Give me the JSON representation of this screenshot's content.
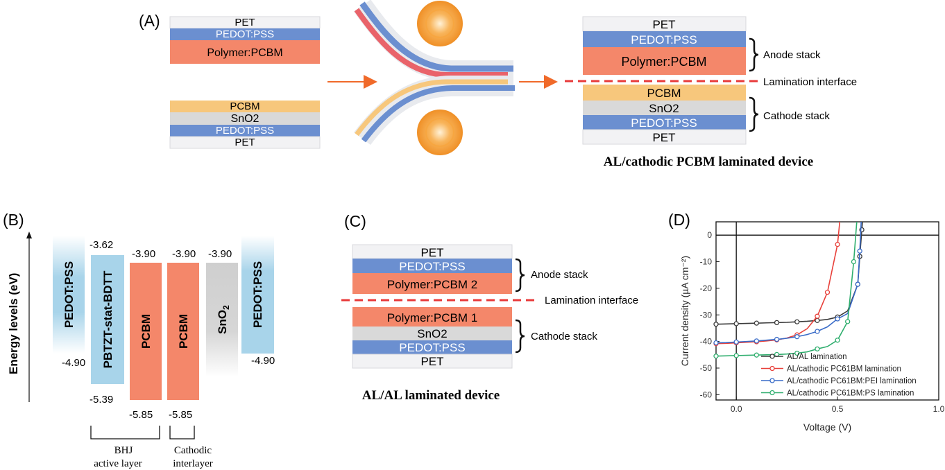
{
  "panel_a": {
    "label": "(A)",
    "anode_left": [
      "PET",
      "PEDOT:PSS",
      "Polymer:PCBM"
    ],
    "cathode_left": [
      "PCBM",
      "SnO2",
      "PEDOT:PSS",
      "PET"
    ],
    "right_stack": [
      "PET",
      "PEDOT:PSS",
      "Polymer:PCBM",
      "PCBM",
      "SnO2",
      "PEDOT:PSS",
      "PET"
    ],
    "anode_stack": "Anode stack",
    "lamination_interface": "Lamination interface",
    "cathode_stack": "Cathode stack",
    "caption": "AL/cathodic PCBM laminated device"
  },
  "panel_b": {
    "label": "(B)",
    "ylabel": "Energy levels (eV)",
    "bars": [
      "PEDOT:PSS",
      "PBTZT-stat-BDTT",
      "PCBM",
      "PCBM",
      "SnO2",
      "PEDOT:PSS"
    ],
    "sno2_main": "SnO",
    "sno2_sub": "2",
    "levels": {
      "pbtzt_top": "-3.62",
      "pbtzt_bottom": "-5.39",
      "pcbm1_top": "-3.90",
      "pcbm1_bottom": "-5.85",
      "pcbm2_top": "-3.90",
      "pcbm2_bottom": "-5.85",
      "sno2_top": "-3.90",
      "pedot_left": "-4.90",
      "pedot_right": "-4.90"
    },
    "bhj_line1": "BHJ",
    "bhj_line2": "active layer",
    "cat_line1": "Cathodic",
    "cat_line2": "interlayer"
  },
  "panel_c": {
    "label": "(C)",
    "stack": [
      "PET",
      "PEDOT:PSS",
      "Polymer:PCBM 2",
      "Polymer:PCBM 1",
      "SnO2",
      "PEDOT:PSS",
      "PET"
    ],
    "anode_stack": "Anode stack",
    "lamination_interface": "Lamination interface",
    "cathode_stack": "Cathode stack",
    "caption": "AL/AL laminated device"
  },
  "panel_d": {
    "label": "(D)"
  },
  "colors": {
    "pet": "#f2f2f4",
    "pedot": "#6b8fd0",
    "polymer": "#f4876a",
    "pcbm": "#f7c77c",
    "sno2": "#d9d9d9",
    "arrow": "#f06a2a",
    "dash": "#e83a3a",
    "bar_blue": "#a8d4ea"
  },
  "chart_data": {
    "type": "line",
    "xlabel": "Voltage (V)",
    "ylabel": "Current density (µA cm⁻²)",
    "xlim": [
      -0.1,
      1.0
    ],
    "ylim": [
      -62,
      5
    ],
    "xticks": [
      "0.0",
      "0.5",
      "1.0"
    ],
    "yticks": [
      "0",
      "-10",
      "-20",
      "-30",
      "-40",
      "-50",
      "-60"
    ],
    "legend_position": "bottom-right",
    "series": [
      {
        "name": "AL/AL lamination",
        "color": "#3a3a3a",
        "x": [
          -0.1,
          -0.05,
          0.0,
          0.05,
          0.1,
          0.15,
          0.2,
          0.25,
          0.3,
          0.35,
          0.4,
          0.45,
          0.5,
          0.55,
          0.6,
          0.61,
          0.62,
          0.63
        ],
        "y": [
          -33.5,
          -33.4,
          -33.3,
          -33.2,
          -33.1,
          -33.0,
          -32.9,
          -32.8,
          -32.6,
          -32.4,
          -32.1,
          -31.7,
          -30.8,
          -28.5,
          -18.5,
          -8,
          2,
          12
        ]
      },
      {
        "name": "AL/cathodic PC61BM lamination",
        "color": "#e8403a",
        "x": [
          -0.1,
          -0.05,
          0.0,
          0.05,
          0.1,
          0.15,
          0.2,
          0.25,
          0.3,
          0.35,
          0.4,
          0.45,
          0.5,
          0.52
        ],
        "y": [
          -40.8,
          -40.7,
          -40.5,
          -40.3,
          -40.1,
          -39.8,
          -39.4,
          -38.7,
          -37.5,
          -35.2,
          -30.5,
          -21.5,
          -3.5,
          12
        ]
      },
      {
        "name": "AL/cathodic PC61BM:PEI lamination",
        "color": "#3a6cc8",
        "x": [
          -0.1,
          -0.05,
          0.0,
          0.05,
          0.1,
          0.15,
          0.2,
          0.25,
          0.3,
          0.35,
          0.4,
          0.45,
          0.5,
          0.55,
          0.6,
          0.61,
          0.62
        ],
        "y": [
          -40.5,
          -40.4,
          -40.2,
          -40.0,
          -39.8,
          -39.5,
          -39.2,
          -38.8,
          -38.2,
          -37.4,
          -36.2,
          -34.5,
          -31.5,
          -29.5,
          -18.5,
          -6,
          10
        ]
      },
      {
        "name": "AL/cathodic PC61BM:PS lamination",
        "color": "#2fae6e",
        "x": [
          -0.1,
          -0.05,
          0.0,
          0.05,
          0.1,
          0.15,
          0.2,
          0.25,
          0.3,
          0.35,
          0.4,
          0.45,
          0.5,
          0.55,
          0.58,
          0.6
        ],
        "y": [
          -45.5,
          -45.4,
          -45.3,
          -45.2,
          -45.1,
          -45.0,
          -44.9,
          -44.7,
          -44.4,
          -43.9,
          -42.8,
          -41.9,
          -39.5,
          -32.5,
          -10,
          10
        ]
      }
    ]
  }
}
